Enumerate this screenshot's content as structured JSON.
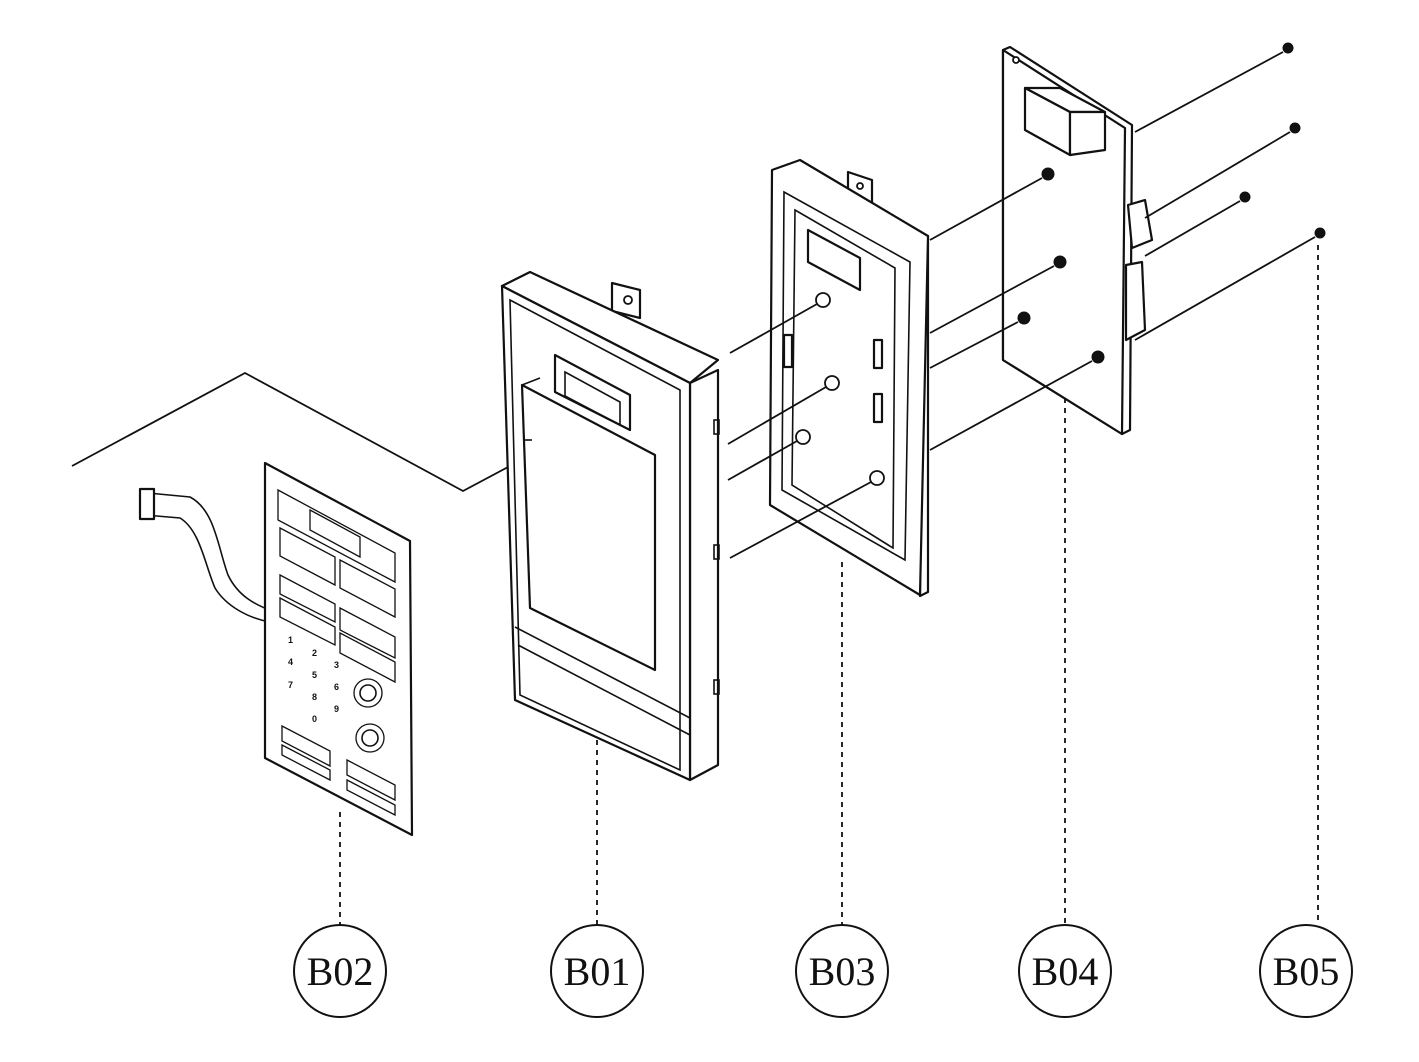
{
  "callouts": [
    {
      "id": "b02",
      "label": "B02"
    },
    {
      "id": "b01",
      "label": "B01"
    },
    {
      "id": "b03",
      "label": "B03"
    },
    {
      "id": "b04",
      "label": "B04"
    },
    {
      "id": "b05",
      "label": "B05"
    }
  ],
  "keypad_digits": [
    "1",
    "2",
    "3",
    "4",
    "5",
    "6",
    "7",
    "8",
    "9",
    "0"
  ]
}
